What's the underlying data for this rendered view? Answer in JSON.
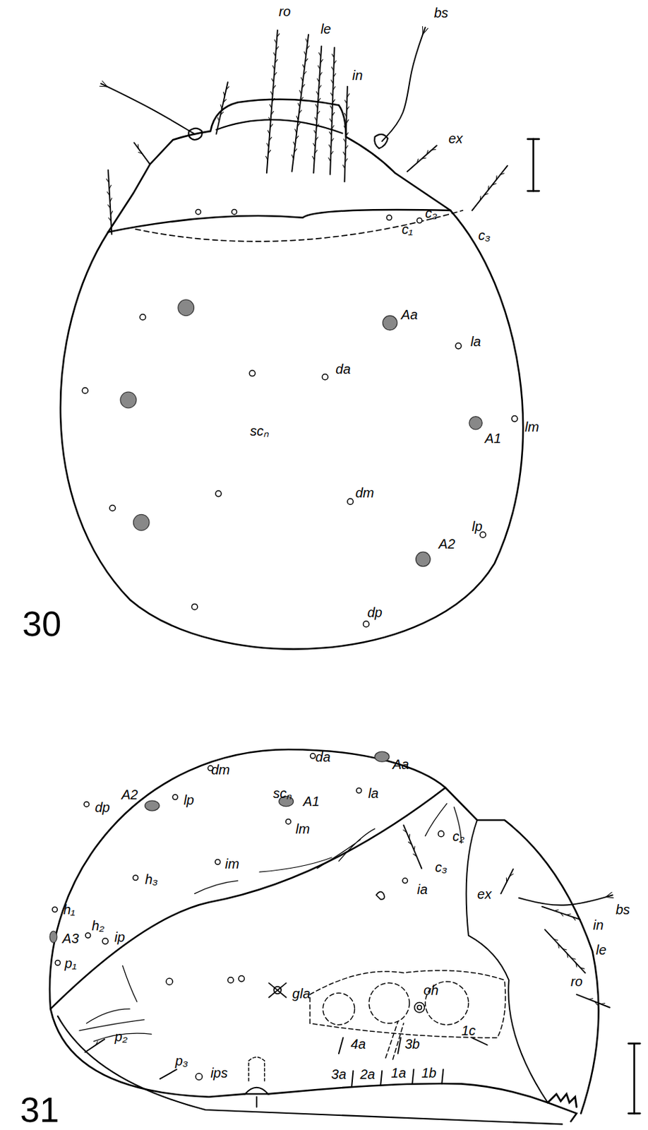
{
  "diagram": {
    "labels": [
      "ro",
      "le",
      "in",
      "bs",
      "ex",
      "c₁",
      "c₂",
      "c₃",
      "Aa",
      "la",
      "da",
      "scₙ",
      "A1",
      "lm",
      "dm",
      "lp",
      "A2",
      "dp",
      "30",
      "dm",
      "da",
      "scₙ",
      "Aa",
      "A2",
      "A1",
      "la",
      "dp",
      "lp",
      "lm",
      "c₂",
      "c₃",
      "ia",
      "bs",
      "ex",
      "in",
      "le",
      "ro",
      "im",
      "h₃",
      "h₁",
      "A3",
      "h₂",
      "ip",
      "p₁",
      "oh",
      "gla",
      "1c",
      "4a",
      "3b",
      "p₂",
      "p₃",
      "ips",
      "3a",
      "2a",
      "1a",
      "1b",
      "31"
    ]
  }
}
